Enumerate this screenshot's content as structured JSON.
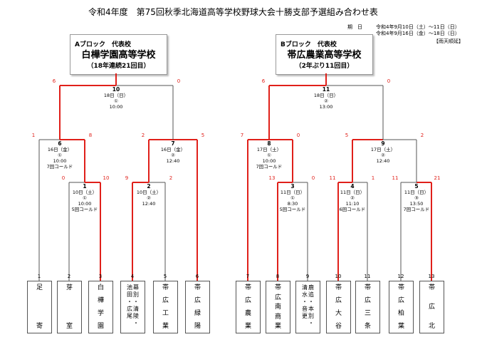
{
  "header": {
    "title": "令和4年度　第75回秋季北海道高等学校野球大会十勝支部予選組み合わせ表",
    "period_label": "期　日",
    "period_lines": [
      "令和4年9月10日（土）～11日（日）",
      "令和4年9月16日（金）～18日（日）"
    ],
    "rain_note": "【雨天順延】"
  },
  "blocks": [
    {
      "label": "Aブロック　代表校",
      "school": "白樺学園高等学校",
      "note": "（18年連続21回目）"
    },
    {
      "label": "Bブロック　代表校",
      "school": "帯広農業高等学校",
      "note": "（2年ぶり11回目）"
    }
  ],
  "teams": [
    {
      "seed": "1",
      "name": "足寄",
      "chars": [
        "足",
        "寄"
      ]
    },
    {
      "seed": "2",
      "name": "芽室",
      "chars": [
        "芽",
        "室"
      ]
    },
    {
      "seed": "3",
      "name": "白樺学園",
      "chars": [
        "白",
        "樺",
        "学",
        "園"
      ]
    },
    {
      "seed": "4",
      "name": "池田・清水・広尾連合",
      "columns": [
        [
          "池",
          "田",
          "・",
          "広",
          "尾"
        ],
        [
          "幕",
          "別",
          "・",
          "清",
          "陵",
          "・"
        ]
      ]
    },
    {
      "seed": "5",
      "name": "帯広工業",
      "chars": [
        "帯",
        "広",
        "工",
        "業"
      ]
    },
    {
      "seed": "6",
      "name": "帯広緑陽",
      "chars": [
        "帯",
        "広",
        "緑",
        "陽"
      ]
    },
    {
      "seed": "7",
      "name": "帯広農業",
      "chars": [
        "帯",
        "広",
        "農",
        "業"
      ]
    },
    {
      "seed": "8",
      "name": "帯広南商業",
      "chars": [
        "帯",
        "広",
        "南",
        "商",
        "業"
      ]
    },
    {
      "seed": "9",
      "name": "清水・本別・音更・鹿追連合",
      "columns": [
        [
          "清",
          "水",
          "・",
          "音",
          "更"
        ],
        [
          "鹿",
          "追",
          "・",
          "本",
          "別",
          "・"
        ]
      ]
    },
    {
      "seed": "10",
      "name": "帯広大谷",
      "chars": [
        "帯",
        "広",
        "大",
        "谷"
      ]
    },
    {
      "seed": "11",
      "name": "帯広三条",
      "chars": [
        "帯",
        "広",
        "三",
        "条"
      ]
    },
    {
      "seed": "12",
      "name": "帯広柏葉",
      "chars": [
        "帯",
        "広",
        "柏",
        "葉"
      ]
    },
    {
      "seed": "13",
      "name": "帯広北",
      "chars": [
        "帯",
        "広",
        "北"
      ]
    }
  ],
  "games": {
    "g1": {
      "num": "1",
      "date": "10日（土）",
      "field": "①",
      "time": "10:00",
      "result": "5回コールド",
      "left_score": "0",
      "right_score": "10"
    },
    "g2": {
      "num": "2",
      "date": "10日（土）",
      "field": "②",
      "time": "12:40",
      "result": "",
      "left_score": "9",
      "right_score": "2"
    },
    "g3": {
      "num": "3",
      "date": "11日（日）",
      "field": "①",
      "time": "8:30",
      "result": "5回コールド",
      "left_score": "13",
      "right_score": "0"
    },
    "g4": {
      "num": "4",
      "date": "11日（日）",
      "field": "②",
      "time": "11:10",
      "result": "6回コールド",
      "left_score": "11",
      "right_score": "1"
    },
    "g5": {
      "num": "5",
      "date": "11日（日）",
      "field": "③",
      "time": "13:50",
      "result": "7回コールド",
      "left_score": "11",
      "right_score": "21"
    },
    "g6": {
      "num": "6",
      "date": "16日（金）",
      "field": "①",
      "time": "10:00",
      "result": "7回コールド",
      "left_score": "1",
      "right_score": "8"
    },
    "g7": {
      "num": "7",
      "date": "16日（金）",
      "field": "②",
      "time": "12:40",
      "result": "",
      "left_score": "2",
      "right_score": "5"
    },
    "g8": {
      "num": "8",
      "date": "17日（土）",
      "field": "①",
      "time": "10:00",
      "result": "7回コールド",
      "left_score": "7",
      "right_score": "0"
    },
    "g9": {
      "num": "9",
      "date": "17日（土）",
      "field": "②",
      "time": "12:40",
      "result": "",
      "left_score": "5",
      "right_score": "2"
    },
    "g10": {
      "num": "10",
      "date": "18日（日）",
      "field": "①",
      "time": "10:00",
      "result": "",
      "left_score": "6",
      "right_score": "0"
    },
    "g11": {
      "num": "11",
      "date": "18日（日）",
      "field": "②",
      "time": "13:00",
      "result": "",
      "left_score": "6",
      "right_score": "0"
    }
  },
  "colors": {
    "winner_line": "#e0201a",
    "bracket_line": "#555555",
    "score_text": "#e0201a"
  }
}
